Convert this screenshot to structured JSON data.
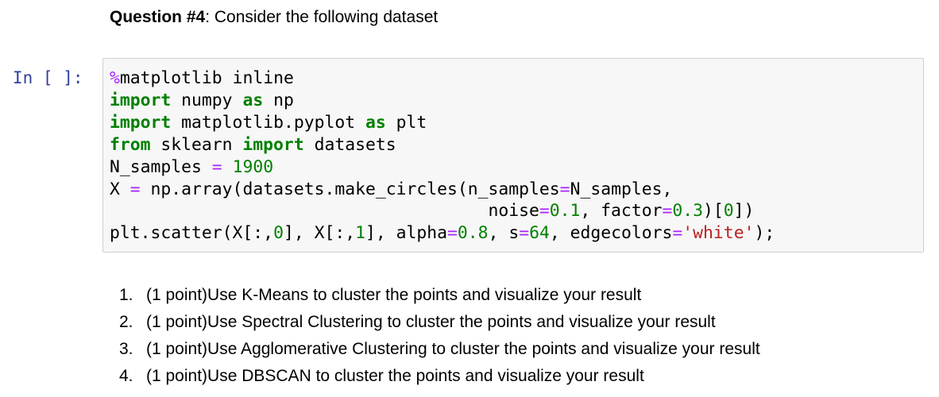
{
  "question": {
    "label": "Question #4",
    "text": ": Consider the following dataset"
  },
  "cell": {
    "prompt": "In [ ]:",
    "lines": [
      [
        {
          "t": "%",
          "c": "op"
        },
        {
          "t": "matplotlib",
          "c": ""
        },
        {
          "t": " inline",
          "c": ""
        }
      ],
      [
        {
          "t": "import",
          "c": "kw"
        },
        {
          "t": " numpy ",
          "c": ""
        },
        {
          "t": "as",
          "c": "kw"
        },
        {
          "t": " np",
          "c": ""
        }
      ],
      [
        {
          "t": "import",
          "c": "kw"
        },
        {
          "t": " matplotlib.pyplot ",
          "c": ""
        },
        {
          "t": "as",
          "c": "kw"
        },
        {
          "t": " plt",
          "c": ""
        }
      ],
      [
        {
          "t": "from",
          "c": "kw"
        },
        {
          "t": " sklearn ",
          "c": ""
        },
        {
          "t": "import",
          "c": "kw"
        },
        {
          "t": " datasets",
          "c": ""
        }
      ],
      [
        {
          "t": "N_samples ",
          "c": ""
        },
        {
          "t": "=",
          "c": "op"
        },
        {
          "t": " ",
          "c": ""
        },
        {
          "t": "1900",
          "c": "num"
        }
      ],
      [
        {
          "t": "X ",
          "c": ""
        },
        {
          "t": "=",
          "c": "op"
        },
        {
          "t": " np.array(datasets.make_circles(n_samples",
          "c": ""
        },
        {
          "t": "=",
          "c": "op"
        },
        {
          "t": "N_samples,",
          "c": ""
        }
      ],
      [
        {
          "t": "                                     noise",
          "c": ""
        },
        {
          "t": "=",
          "c": "op"
        },
        {
          "t": "0.1",
          "c": "num"
        },
        {
          "t": ", factor",
          "c": ""
        },
        {
          "t": "=",
          "c": "op"
        },
        {
          "t": "0.3",
          "c": "num"
        },
        {
          "t": ")[",
          "c": ""
        },
        {
          "t": "0",
          "c": "num"
        },
        {
          "t": "])",
          "c": ""
        }
      ],
      [
        {
          "t": "plt.scatter(X[:,",
          "c": ""
        },
        {
          "t": "0",
          "c": "num"
        },
        {
          "t": "], X[:,",
          "c": ""
        },
        {
          "t": "1",
          "c": "num"
        },
        {
          "t": "], alpha",
          "c": ""
        },
        {
          "t": "=",
          "c": "op"
        },
        {
          "t": "0.8",
          "c": "num"
        },
        {
          "t": ", s",
          "c": ""
        },
        {
          "t": "=",
          "c": "op"
        },
        {
          "t": "64",
          "c": "num"
        },
        {
          "t": ", edgecolors",
          "c": ""
        },
        {
          "t": "=",
          "c": "op"
        },
        {
          "t": "'white'",
          "c": "str"
        },
        {
          "t": ");",
          "c": ""
        }
      ]
    ]
  },
  "tasks": [
    {
      "num": "1.",
      "text": "(1 point)Use K-Means to cluster the points and visualize your result"
    },
    {
      "num": "2.",
      "text": "(1 point)Use Spectral Clustering to cluster the points and visualize your result"
    },
    {
      "num": "3.",
      "text": "(1 point)Use Agglomerative Clustering to cluster the points and visualize your result"
    },
    {
      "num": "4.",
      "text": "(1 point)Use DBSCAN to cluster the points and visualize your result"
    }
  ],
  "colors": {
    "keyword": "#008000",
    "operator": "#aa22ff",
    "number": "#008000",
    "string": "#ba2121",
    "prompt": "#303f9f",
    "cell_background": "#f7f7f7",
    "cell_border": "#cfcfcf"
  }
}
